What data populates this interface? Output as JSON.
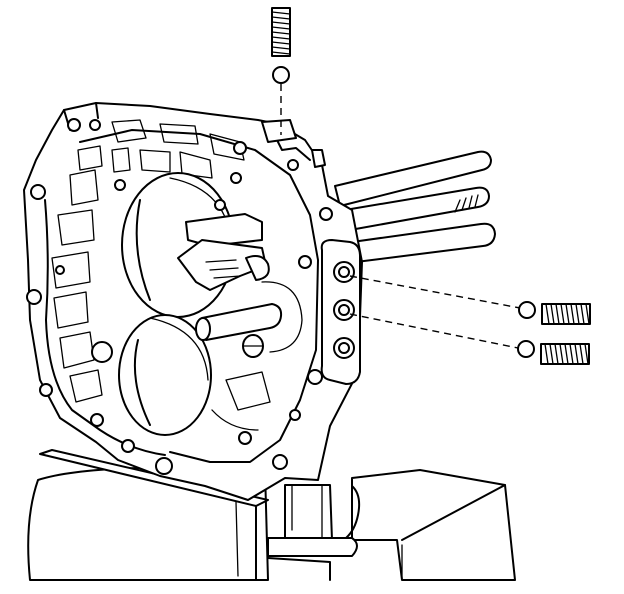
{
  "figure": {
    "kind": "exploded-view line drawing",
    "colors": {
      "ink": "#000000",
      "paper": "#ffffff"
    },
    "parts": [
      "spring",
      "check-ball",
      "valve-body-housing",
      "shift-rail",
      "vise"
    ]
  }
}
